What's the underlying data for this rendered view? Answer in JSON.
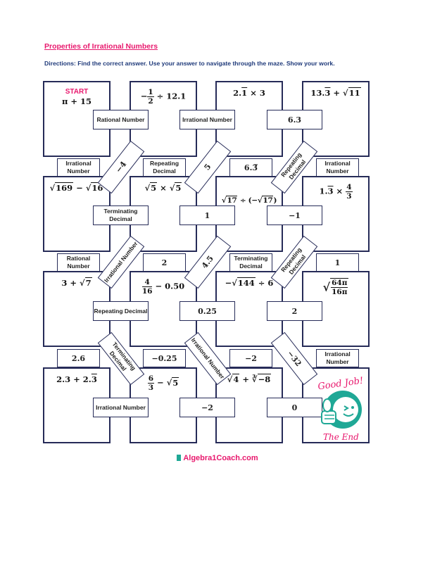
{
  "title": "Properties of Irrational Numbers",
  "directions": "Directions: Find the correct answer. Use your answer to navigate through the maze. Show your work.",
  "boxes": {
    "r1c1": {
      "start": "START",
      "expr": "π + 15"
    },
    "r1c2": {
      "pre": "−",
      "num": "1",
      "den": "2",
      "post": " ÷ 12.1"
    },
    "r1c3": {
      "a": "2.",
      "b": "1",
      "c": " × 3"
    },
    "r1c4": {
      "a": "13.",
      "b": "3",
      "c": " + √",
      "rad": "11"
    },
    "r2c1": {
      "a": "√",
      "rad1": "169",
      "mid": " − √",
      "rad2": "16"
    },
    "r2c2": {
      "a": "√",
      "rad1": "5",
      "mid": " × √",
      "rad2": "5"
    },
    "r2c3": {
      "a": "√",
      "rad1": "17",
      "mid": " ÷ (−√",
      "rad2": "17",
      "end": ")"
    },
    "r2c4": {
      "a": "1.",
      "b": "3",
      "c": " × ",
      "num": "4",
      "den": "3"
    },
    "r3c1": {
      "a": "3 + √",
      "rad": "7"
    },
    "r3c2": {
      "num": "4",
      "den": "16",
      "post": " − 0.50"
    },
    "r3c3": {
      "a": "−√",
      "rad": "144",
      "post": " ÷ 6"
    },
    "r3c4": {
      "a": "√",
      "num": "64π",
      "den": "16π"
    },
    "r4c1": {
      "a": "2.3 + 2.",
      "b": "3"
    },
    "r4c2": {
      "num": "6",
      "den": "3",
      "post": " − √",
      "rad": "5"
    },
    "r4c3": {
      "a": "√",
      "rad1": "4",
      "mid": " + ∛",
      "rad2": "−8"
    },
    "r4c4": {
      "good_job": "Good Job!",
      "the_end": "The End"
    }
  },
  "horizontal_connectors": [
    [
      "Rational Number",
      "Irrational Number",
      "6.3"
    ],
    [
      "Terminating Decimal",
      "1",
      "−1"
    ],
    [
      "Repeating Decimal",
      "0.25",
      "2"
    ],
    [
      "Irrational Number",
      "−2",
      "0"
    ]
  ],
  "vertical_connectors": [
    [
      "Irrational Number",
      "Repeating Decimal",
      "6.3̅",
      "Irrational Number"
    ],
    [
      "Rational Number",
      "2",
      "Terminating Decimal",
      "1"
    ],
    [
      "2.6",
      "−0.25",
      "−2",
      "Irrational Number"
    ]
  ],
  "diagonal_connectors": [
    [
      "−4",
      "5",
      "Repeating Decimal"
    ],
    [
      "Irrational Number",
      "4.5",
      "Repeating Decimal"
    ],
    [
      "Terminating Decimal",
      "Irrational Number",
      "−32"
    ]
  ],
  "footer": "Algebra1Coach.com",
  "colors": {
    "pink": "#e8186d",
    "navy": "#262b58",
    "teal": "#1fa896"
  }
}
